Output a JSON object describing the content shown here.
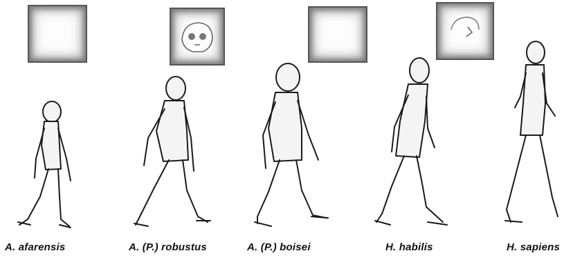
{
  "species": [
    {
      "id": "afarensis",
      "label": "A. afarensis"
    },
    {
      "id": "robustus",
      "label": "A. (P.) robustus"
    },
    {
      "id": "boisei",
      "label": "A. (P.) boisei"
    },
    {
      "id": "habilis",
      "label": "H. habilis"
    },
    {
      "id": "sapiens",
      "label": "H. sapiens"
    }
  ]
}
